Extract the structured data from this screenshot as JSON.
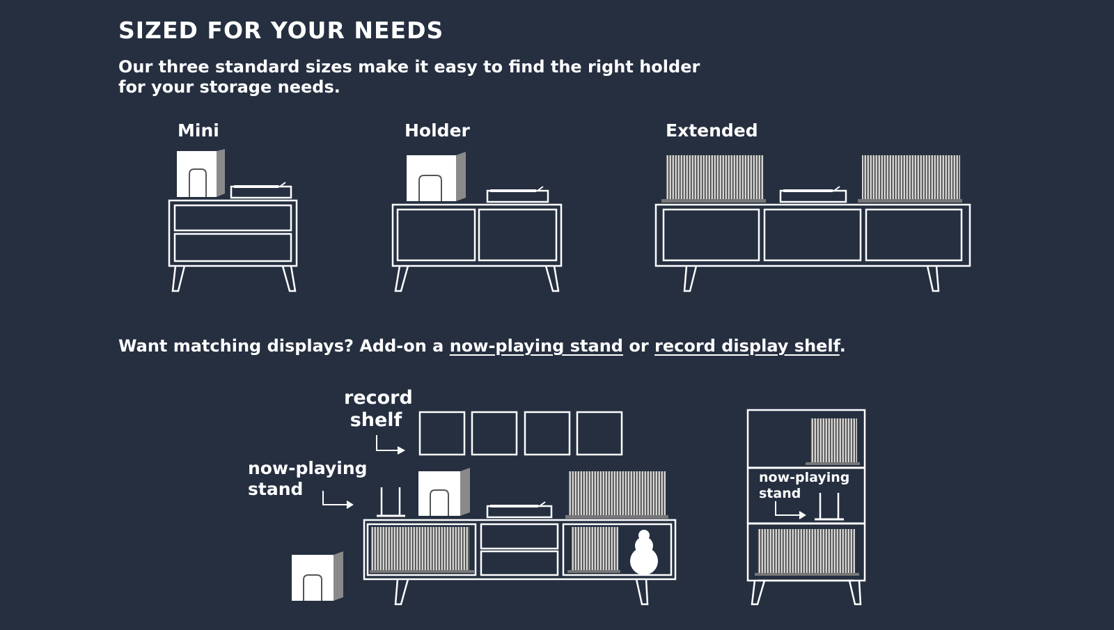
{
  "header": {
    "title": "SIZED FOR YOUR NEEDS",
    "subtitle_line1": "Our three standard sizes make it easy to find the right holder",
    "subtitle_line2": "for your storage needs."
  },
  "sizes": [
    {
      "label": "Mini"
    },
    {
      "label": "Holder"
    },
    {
      "label": "Extended"
    }
  ],
  "addon": {
    "prefix": "Want matching displays? Add-on a ",
    "link1": "now-playing stand",
    "middle": " or ",
    "link2": "record display shelf",
    "suffix": "."
  },
  "callouts": {
    "record_shelf_line1": "record",
    "record_shelf_line2": "shelf",
    "now_playing_line1": "now-playing",
    "now_playing_line2": "stand",
    "right_now_playing_line1": "now-playing",
    "right_now_playing_line2": "stand"
  },
  "colors": {
    "background": "#252f40",
    "line": "#ffffff"
  }
}
